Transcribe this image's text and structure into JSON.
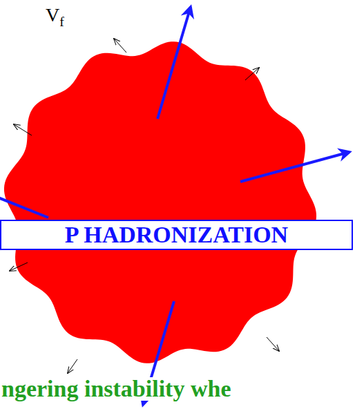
{
  "diagram": {
    "nodes": [
      {
        "text": [
          "P HADRONIZATION"
        ]
      }
    ],
    "edges": [],
    "labels": [
      "Vf",
      "ngering instability whe"
    ]
  }
}
